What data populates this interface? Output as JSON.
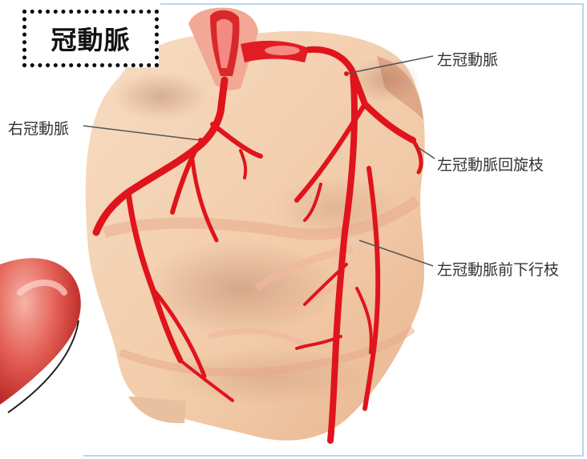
{
  "title": "冠動脈",
  "labels": {
    "left_coronary": "左冠動脈",
    "right_coronary": "右冠動脈",
    "circumflex": "左冠動脈回旋枝",
    "anterior_descending": "左冠動脈前下行枝"
  },
  "colors": {
    "artery": "#e0141c",
    "heart_base": "#f4cfb0",
    "heart_shadow": "#c98a6a",
    "frame": "#b8d7ee"
  }
}
